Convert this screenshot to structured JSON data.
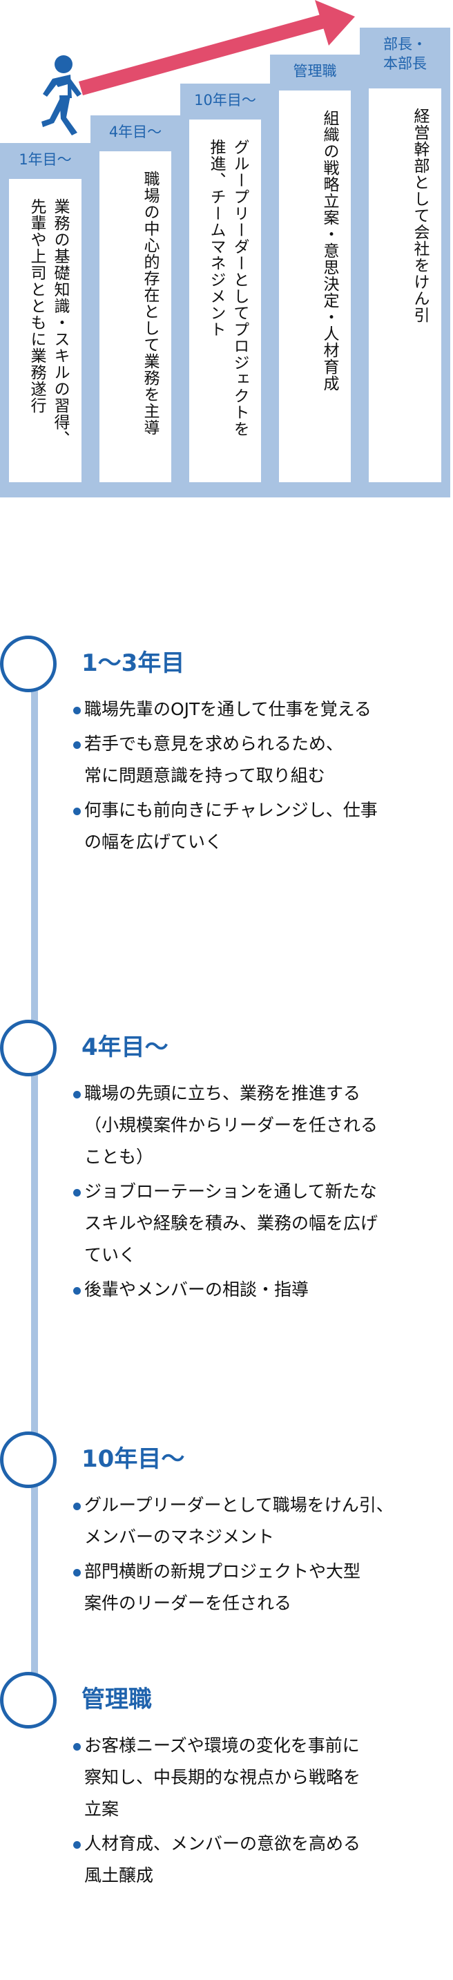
{
  "colors": {
    "accent": "#1f63ad",
    "step_fill": "#a9c3e2",
    "arrow": "#e24c6c"
  },
  "icons": [
    "runner-icon",
    "growth-arrow-icon"
  ],
  "steps": [
    {
      "label": "1年目～",
      "text": "業務の基礎知識・スキルの習得、\n先輩や上司とともに業務遂行"
    },
    {
      "label": "4年目～",
      "text": "職場の中心的存在として業務を主導"
    },
    {
      "label": "10年目～",
      "text": "グループリーダーとしてプロジェクトを\n推進、チームマネジメント"
    },
    {
      "label": "管理職",
      "text": "組織の戦略立案・意思決定・人材育成"
    },
    {
      "label": "部長・\n本部長",
      "text": "経営幹部として会社をけん引"
    }
  ],
  "stages": [
    {
      "title": "1～3年目",
      "items": [
        "職場先輩のOJTを通して仕事を覚える",
        "若手でも意見を求められるため、\n常に問題意識を持って取り組む",
        "何事にも前向きにチャレンジし、仕事\nの幅を広げていく"
      ]
    },
    {
      "title": "4年目～",
      "items": [
        "職場の先頭に立ち、業務を推進する\n（小規模案件からリーダーを任される\nことも）",
        "ジョブローテーションを通して新たな\nスキルや経験を積み、業務の幅を広げ\nていく",
        "後輩やメンバーの相談・指導"
      ]
    },
    {
      "title": "10年目～",
      "items": [
        "グループリーダーとして職場をけん引、\nメンバーのマネジメント",
        "部門横断の新規プロジェクトや大型\n案件のリーダーを任される"
      ]
    },
    {
      "title": "管理職",
      "items": [
        "お客様ニーズや環境の変化を事前に\n察知し、中長期的な視点から戦略を\n立案",
        "人材育成、メンバーの意欲を高める\n風土醸成"
      ]
    }
  ]
}
